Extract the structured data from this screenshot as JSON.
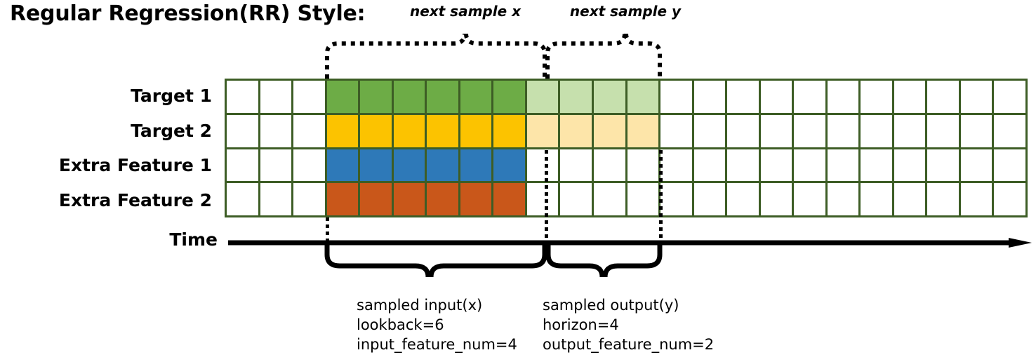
{
  "title": "Regular Regression(RR) Style:",
  "captions": {
    "next_sample_x": "next sample x",
    "next_sample_y": "next sample y"
  },
  "rows": [
    {
      "label": "Target 1",
      "fill": "#6dac46",
      "light_fill": "#c6e0ad"
    },
    {
      "label": "Target 2",
      "fill": "#fcc300",
      "light_fill": "#fde5a9"
    },
    {
      "label": "Extra Feature 1",
      "fill": "#2e79b8",
      "light_fill": "#ffffff"
    },
    {
      "label": "Extra Feature 2",
      "fill": "#c9571a",
      "light_fill": "#ffffff"
    }
  ],
  "axis": {
    "label": "Time"
  },
  "grid": {
    "total_columns": 24,
    "total_rows": 4,
    "lead_blank_columns": 3,
    "input_columns": 6,
    "output_columns": 4,
    "trailing_blank_columns": 11,
    "border_color": "#3d5d25",
    "empty_color": "#ffffff"
  },
  "annotations": {
    "input": {
      "line1": "sampled input(x)",
      "line2": "lookback=6",
      "line3": "input_feature_num=4"
    },
    "output": {
      "line1": "sampled output(y)",
      "line2": "horizon=4",
      "line3": "output_feature_num=2"
    }
  },
  "colors": {
    "grid_border": "#3d5d25",
    "green": "#6dac46",
    "green_light": "#c6e0ad",
    "yellow": "#fcc300",
    "yellow_light": "#fde5a9",
    "blue": "#2e79b8",
    "orange": "#c9571a",
    "ink": "#000000"
  }
}
